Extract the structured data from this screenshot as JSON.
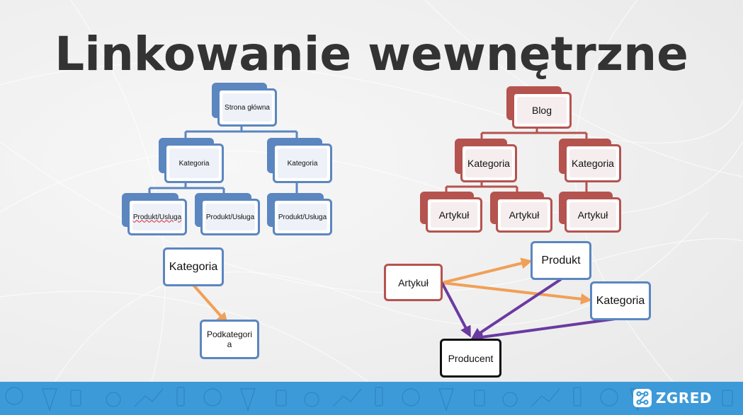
{
  "title": "Linkowanie wewnętrzne",
  "colors": {
    "blue": "#5b86c0",
    "red": "#b5534f",
    "orange_arrow": "#f0a058",
    "purple_arrow": "#6a3aa0",
    "footer": "#3d9ad9",
    "title": "#333333"
  },
  "left_tree": {
    "root": "Strona główna",
    "categories": [
      {
        "label": "Kategoria",
        "children": [
          "Produkt/Usluga",
          "Produkt/Usługa"
        ]
      },
      {
        "label": "Kategoria",
        "children": [
          "Produkt/Usługa"
        ]
      }
    ]
  },
  "right_tree": {
    "root": "Blog",
    "categories": [
      {
        "label": "Kategoria",
        "children": [
          "Artykuł",
          "Artykuł"
        ]
      },
      {
        "label": "Kategoria",
        "children": [
          "Artykuł"
        ]
      }
    ]
  },
  "left_flow": {
    "from": "Kategoria",
    "to": "Podkategori\na"
  },
  "right_flow": {
    "artykul": "Artykuł",
    "produkt": "Produkt",
    "kategoria": "Kategoria",
    "producent": "Producent"
  },
  "footer": {
    "logo_text": "ZGRED",
    "logo_icon": "link-nodes-icon"
  }
}
